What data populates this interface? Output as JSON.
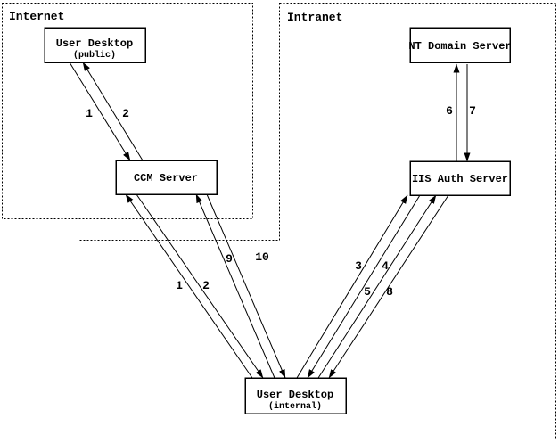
{
  "diagram": {
    "background_color": "#ffffff",
    "line_color": "#000000",
    "description": "Network authentication flow diagram with Internet and Intranet zones"
  },
  "zones": {
    "internet": {
      "label": "Internet"
    },
    "intranet": {
      "label": "Intranet"
    }
  },
  "nodes": {
    "user_desktop_public": {
      "title": "User Desktop",
      "subtitle": "(public)"
    },
    "ccm_server": {
      "title": "CCM Server"
    },
    "nt_domain_server": {
      "title": "NT Domain Server"
    },
    "iis_auth_server": {
      "title": "IIS Auth Server"
    },
    "user_desktop_internal": {
      "title": "User Desktop",
      "subtitle": "(internal)"
    }
  },
  "steps": {
    "s1_public": "1",
    "s2_public": "2",
    "s1_internal": "1",
    "s2_internal": "2",
    "s3": "3",
    "s4": "4",
    "s5": "5",
    "s6": "6",
    "s7": "7",
    "s8": "8",
    "s9": "9",
    "s10": "10"
  }
}
